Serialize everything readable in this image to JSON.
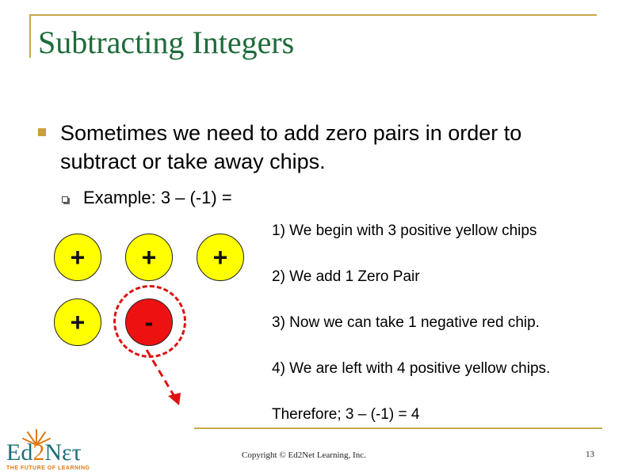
{
  "slide": {
    "title": "Subtracting Integers",
    "bullet": "Sometimes we need to add zero pairs in order to subtract or take away chips.",
    "sub_bullet": "Example: 3 – (-1) =",
    "chips": [
      {
        "sign": "+",
        "color": "yellow"
      },
      {
        "sign": "+",
        "color": "yellow"
      },
      {
        "sign": "+",
        "color": "yellow"
      },
      {
        "sign": "+",
        "color": "yellow"
      },
      {
        "sign": "-",
        "color": "red"
      }
    ],
    "steps": [
      "1) We begin with 3 positive yellow chips",
      "2) We add 1 Zero Pair",
      "3) Now we can take 1 negative red chip.",
      "4) We are left with 4 positive yellow chips.",
      "Therefore; 3 – (-1) = 4"
    ]
  },
  "footer": {
    "logo_text_left": "Ed",
    "logo_text_mid": "2",
    "logo_text_right": "Nετ",
    "logo_tagline": "THE FUTURE OF LEARNING",
    "copyright": "Copyright © Ed2Net Learning,  Inc.",
    "page_number": "13"
  },
  "colors": {
    "title": "#1e6b3a",
    "frame": "#c8a84a",
    "positive_chip": "#ffff00",
    "negative_chip": "#ee1111",
    "highlight_dash": "#dd1111"
  }
}
